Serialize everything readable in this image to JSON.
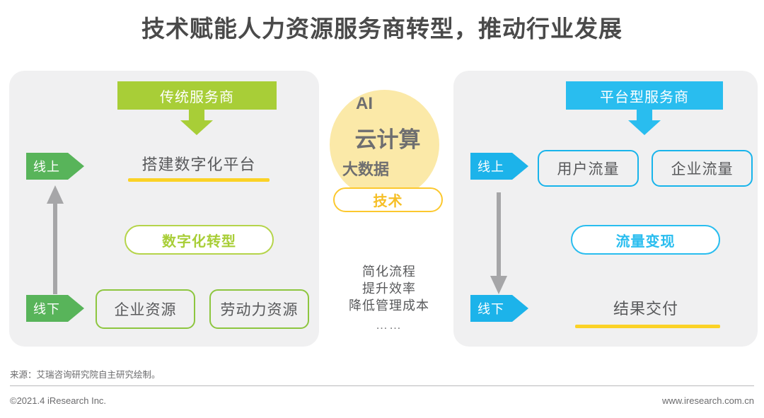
{
  "title": "技术赋能人力资源服务商转型，推动行业发展",
  "colors": {
    "green_header": "#a8ce37",
    "green_tag": "#58b45a",
    "green_border": "#8dc63f",
    "blue_header": "#29bdef",
    "blue_tag": "#1cb3ea",
    "blue_border": "#18b4eb",
    "yellow_underline": "#fbd226",
    "yellow_circle": "#fbe9a8",
    "yellow_pill": "#fcc82e",
    "panel_bg": "#f0f0f1",
    "text_gray": "#58595b",
    "arrow_gray": "#a6a6a8"
  },
  "left_panel": {
    "header": "传统服务商",
    "online_tag": "线上",
    "offline_tag": "线下",
    "online_label": "搭建数字化平台",
    "pill": "数字化转型",
    "offline_boxes": [
      "企业资源",
      "劳动力资源"
    ],
    "arrow_direction": "up"
  },
  "center": {
    "circle_items": [
      "AI",
      "云计算",
      "大数据"
    ],
    "tech_pill": "技术",
    "benefits": [
      "简化流程",
      "提升效率",
      "降低管理成本"
    ],
    "ellipsis": "……"
  },
  "right_panel": {
    "header": "平台型服务商",
    "online_tag": "线上",
    "offline_tag": "线下",
    "online_boxes": [
      "用户流量",
      "企业流量"
    ],
    "pill": "流量变现",
    "offline_label": "结果交付",
    "arrow_direction": "down"
  },
  "footer": {
    "source": "来源：艾瑞咨询研究院自主研究绘制。",
    "copyright": "©2021.4 iResearch Inc.",
    "website": "www.iresearch.com.cn"
  }
}
